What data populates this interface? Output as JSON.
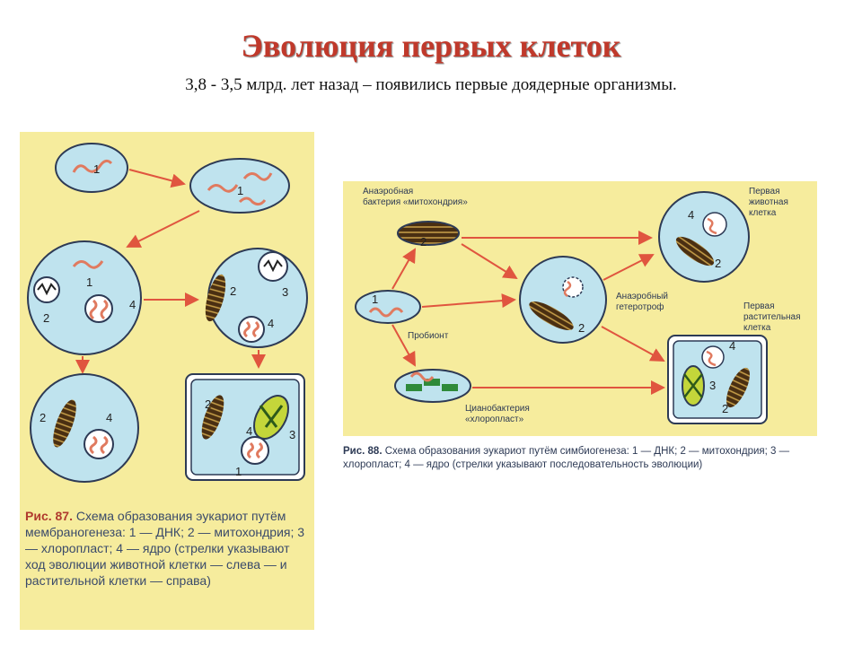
{
  "slide": {
    "title": "Эволюция первых клеток",
    "subtitle": "3,8 - 3,5 млрд. лет назад – появились первые доядерные организмы."
  },
  "figure_left": {
    "caption_fig": "Рис. 87.",
    "caption_text": " Схема образования эукариот путём мембраногенеза: 1 — ДНК; 2 — митохондрия; 3 — хлоропласт; 4 — ядро (стрелки указывают ход эволюции животной клетки — слева — и растительной клетки — справа)",
    "numbers": {
      "one": "1",
      "two": "2",
      "three": "3",
      "four": "4"
    }
  },
  "figure_right": {
    "label_anaerobic_bacterium": "Анаэробная бактерия «митохондрия»",
    "label_anaerobic_line1": "Анаэробная",
    "label_anaerobic_line2": "бактерия «митохондрия»",
    "label_probiont": "Пробионт",
    "label_cyano_line1": "Цианобактерия",
    "label_cyano_line2": "«хлоропласт»",
    "label_heterotroph_line1": "Анаэробный",
    "label_heterotroph_line2": "гетеротроф",
    "label_animal_line1": "Первая",
    "label_animal_line2": "животная",
    "label_animal_line3": "клетка",
    "label_plant_line1": "Первая",
    "label_plant_line2": "растительная",
    "label_plant_line3": "клетка",
    "caption_fig": "Рис. 88.",
    "caption_text": " Схема образования эукариот путём симбиогенеза: 1 — ДНК; 2 — митохондрия; 3 — хлоропласт; 4 — ядро (стрелки указывают последовательность эволюции)"
  },
  "colors": {
    "panel_bg": "#f6ec9d",
    "cell_fill": "#bfe3ee",
    "cell_stroke": "#2d3a55",
    "arrow": "#e0553f",
    "title": "#c0392b",
    "mito": "#4a2f12",
    "chloro": "#c4d63a",
    "dna": "#e07a5f"
  }
}
